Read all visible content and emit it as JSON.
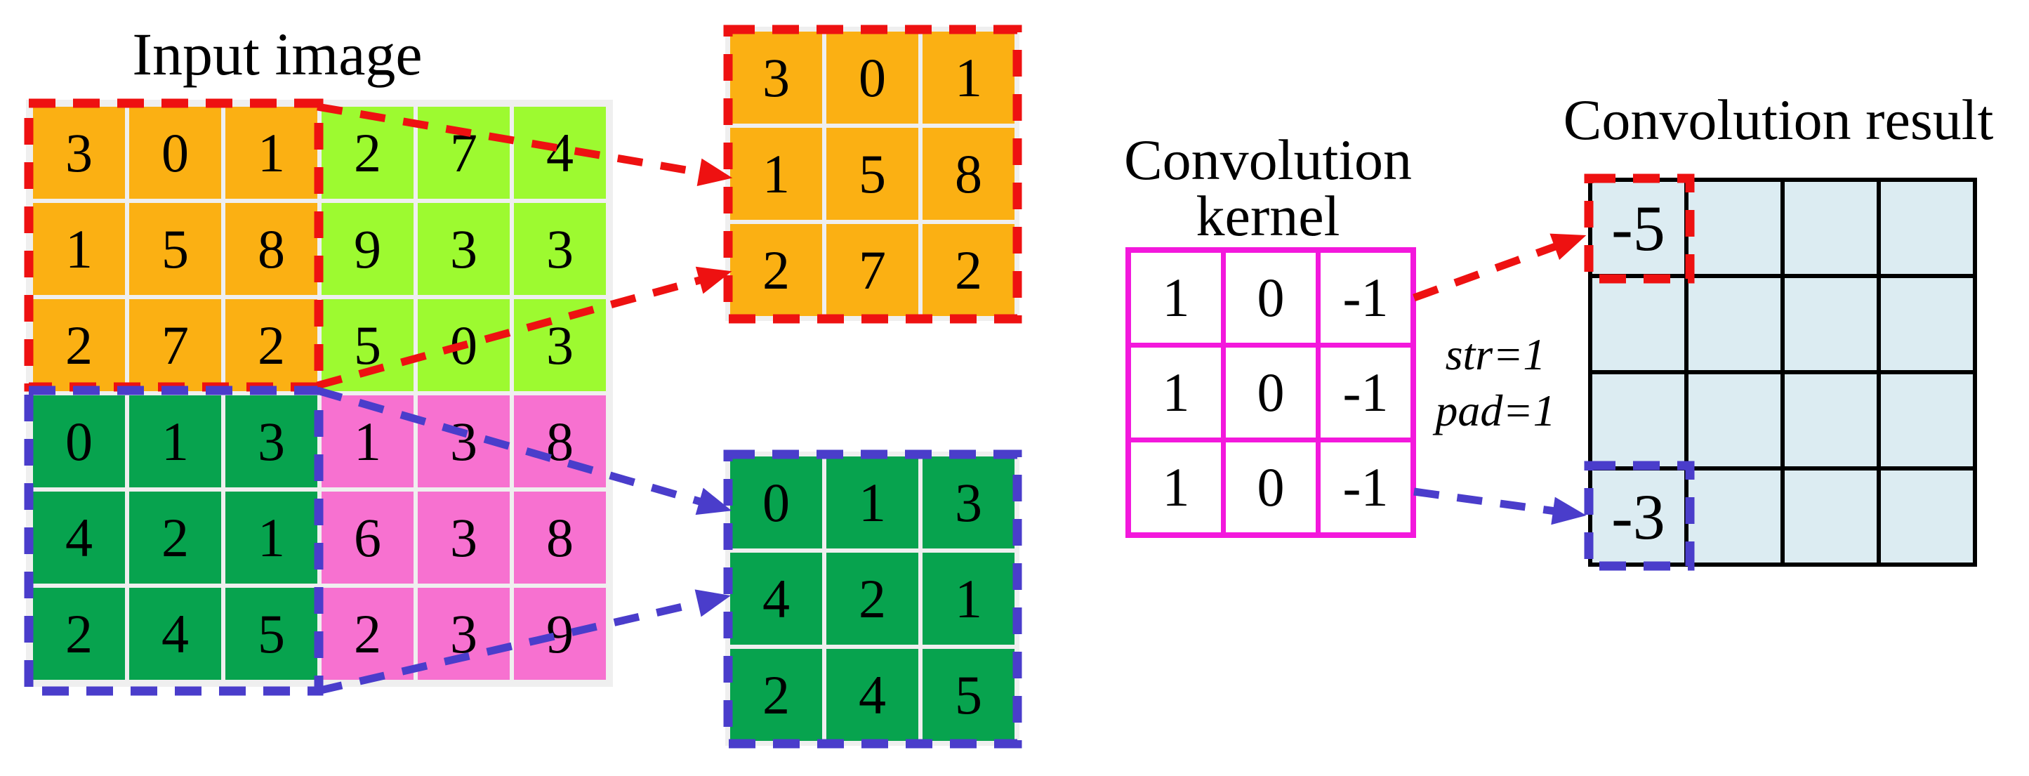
{
  "titles": {
    "input_image": "Input image",
    "kernel_line1": "Convolution",
    "kernel_line2": "kernel",
    "result": "Convolution result",
    "stride": "str=1",
    "padding": "pad=1"
  },
  "colors": {
    "orange": "#FBB013",
    "lime": "#9DFA30",
    "green": "#07A34E",
    "pink": "#F771D0",
    "kernel_cell": "#FFFFFF",
    "result_cell": "#DCECF2",
    "kernel_border": "#F318DC",
    "result_border": "#000000",
    "red_dash": "#EE1111",
    "blue_dash": "#4A3DCB",
    "grid_backing": "#EFEFEF",
    "input_quadrants": [
      "#FBB013",
      "#9DFA30",
      "#07A34E",
      "#F771D0"
    ]
  },
  "input_grid": {
    "rows": [
      [
        3,
        0,
        1,
        2,
        7,
        4
      ],
      [
        1,
        5,
        8,
        9,
        3,
        3
      ],
      [
        2,
        7,
        2,
        5,
        0,
        3
      ],
      [
        0,
        1,
        3,
        1,
        3,
        8
      ],
      [
        4,
        2,
        1,
        6,
        3,
        8
      ],
      [
        2,
        4,
        5,
        2,
        3,
        9
      ]
    ]
  },
  "patch_orange": {
    "rows": [
      [
        3,
        0,
        1
      ],
      [
        1,
        5,
        8
      ],
      [
        2,
        7,
        2
      ]
    ]
  },
  "patch_green": {
    "rows": [
      [
        0,
        1,
        3
      ],
      [
        4,
        2,
        1
      ],
      [
        2,
        4,
        5
      ]
    ]
  },
  "kernel": {
    "rows": [
      [
        1,
        0,
        -1
      ],
      [
        1,
        0,
        -1
      ],
      [
        1,
        0,
        -1
      ]
    ]
  },
  "result": {
    "rows": [
      [
        "-5",
        "",
        "",
        ""
      ],
      [
        "",
        "",
        "",
        ""
      ],
      [
        "",
        "",
        "",
        ""
      ],
      [
        "-3",
        "",
        "",
        ""
      ]
    ]
  }
}
